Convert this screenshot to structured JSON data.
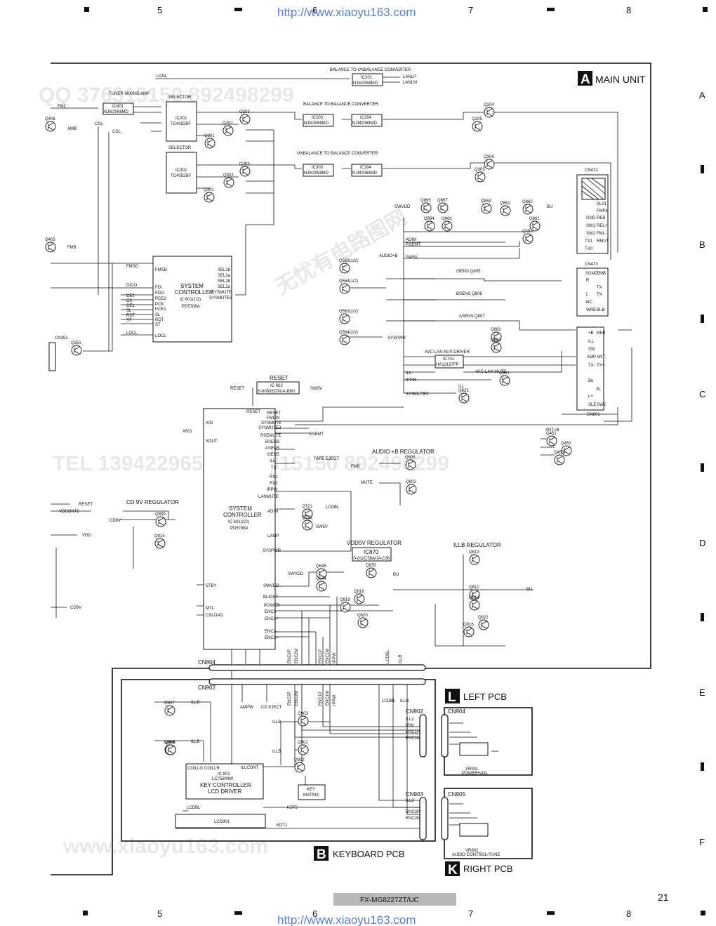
{
  "header": {
    "url": "http://www.xiaoyu163.com",
    "columns": [
      "5",
      "6",
      "7",
      "8"
    ],
    "rows": [
      "A",
      "B",
      "C",
      "D",
      "E",
      "F"
    ]
  },
  "footer": {
    "model": "FX-MG8227ZT/UC",
    "page_number": "21"
  },
  "units": {
    "main": {
      "letter": "A",
      "title": "MAIN UNIT"
    },
    "keyboard": {
      "letter": "B",
      "title": "KEYBOARD PCB"
    },
    "left": {
      "letter": "L",
      "title": "LEFT PCB"
    },
    "right": {
      "letter": "K",
      "title": "RIGHT PCB"
    }
  },
  "blocks": {
    "tuner": {
      "caption": "TUNER MIXING AMP",
      "name": "IC401",
      "part": "NJM2068MD"
    },
    "selector1": {
      "caption": "SELECTOR",
      "name": "IC202",
      "part": "TC4052BF"
    },
    "selector2": {
      "caption": "SELECTOR",
      "name": "IC302",
      "part": "TC4052BF"
    },
    "bal1": {
      "caption": "BALANCE TO UNBALANCE CONVERTER",
      "name": "IC201",
      "part": "NJM2068MD"
    },
    "bal2": {
      "caption": "BALANCE TO BALANCE CONVERTER",
      "ic203": "IC203",
      "ic204": "IC204",
      "part": "NJM2068MD"
    },
    "bal3": {
      "caption": "UNBALANCE TO BALANCE CONVERTER",
      "ic303": "IC303",
      "ic304": "IC304",
      "part": "NJM2068MD"
    },
    "sysctl1": {
      "l1": "SYSTEM",
      "l2": "CONTROLLER",
      "l3": "IC 601(1/2)",
      "l4": "PD5788A"
    },
    "sysctl2": {
      "l1": "SYSTEM",
      "l2": "CONTROLLER",
      "l3": "IC 601(2/2)",
      "l4": "PD5788A"
    },
    "reset": {
      "caption": "RESET",
      "name": "IC 602",
      "part": "S-80835CNUA-B8U"
    },
    "avclan": {
      "caption": "AVC-LAN BUS DRIVER",
      "name": "IC701",
      "part": "HA12187FP"
    },
    "vdd5v": {
      "caption": "VDD5V REGULATOR",
      "name": "IC870",
      "part": "S-812C56AUA-C3K"
    },
    "keyctl": {
      "name": "IC 901",
      "part": "LC75804W",
      "l1": "KEY CONTROLLER",
      "l2": "LCD DRIVER"
    },
    "keymatrix": {
      "l1": "KEY",
      "l2": "MATRIX"
    },
    "lcd": {
      "name": "LCD901"
    }
  },
  "regulators": {
    "audio": "AUDIO +B REGULATOR",
    "cd9v": "CD 9V REGULATOR",
    "illb": "ILLB REGULATOR",
    "antb": "ANT+B",
    "avc_mute": "AVC-LAN MUTE"
  },
  "connectors": {
    "cn472": "CN472",
    "cn473": "CN473",
    "cn801": "CN801",
    "cn351": "CN351",
    "cn804": "CN804",
    "cn902": "CN902",
    "cn903": "CN903",
    "cn904": "CN904",
    "cn905": "CN905"
  },
  "signals": {
    "ic601a_left": [
      "FMSD",
      "DIDO",
      "CE2",
      "CK",
      "CE1",
      "SL",
      "RDT",
      "ST",
      "LOCL"
    ],
    "ic601a_pins": [
      "FMSD",
      "FDI",
      "FDO",
      "PCE2",
      "PCK",
      "PCE1",
      "SL",
      "RDT",
      "ST",
      "LOCL"
    ],
    "ic601a_right": [
      "SEL1b",
      "SEL1a",
      "SEL2b",
      "SEL2a",
      "SYSMUTE",
      "SYSMUTE2"
    ],
    "ic601b_right": [
      "RESET",
      "FMPW",
      "SYSMUTE",
      "SYSMUTE2",
      "RSEMUTE",
      "BSENS",
      "ASENS",
      "ISENS",
      "ILL",
      "TX",
      "RX1",
      "RX2",
      "IPPW",
      "LANMUTE"
    ],
    "ic601b_lower": [
      "ADIM",
      "LAMP",
      "SYSPWR",
      "SWVDD",
      "BLIGHT",
      "POWER",
      "ENC1-",
      "ENC1+",
      "ENC2-",
      "ENC2+"
    ],
    "ic601b_left": [
      "XIN",
      "XOUT",
      "STBY",
      "MTL",
      "CSLOAD"
    ],
    "sense_q": [
      "ISENS Q805",
      "BSENS Q806",
      "ASENS Q807"
    ],
    "cn472_pins": [
      "SL01",
      "FMPk",
      "GND",
      "REB",
      "SW1",
      "REL+",
      "SW2",
      "FML-",
      "TX1",
      "RMUT",
      "TX0"
    ],
    "cn473_pins": [
      "SGND",
      "EMB",
      "R",
      "TX",
      "L",
      "TX",
      "NC",
      "WRE",
      "BI-B"
    ],
    "cn801_pins": [
      "+B",
      "REB",
      "ILL",
      "SW",
      "AMP",
      "ANT",
      "TX-",
      "TX+",
      "Bu",
      "B-",
      "L+",
      "SLE",
      "SW2"
    ],
    "keyboard_pins": [
      "ILL1",
      "IPW",
      "ENC1P",
      "ENC1M"
    ],
    "cn903_pins": [
      "ILL2",
      "ENC2P",
      "ENC2M"
    ],
    "bus_labels": [
      "ENC2P",
      "ENC2M",
      "ENC1P",
      "ENC1M",
      "IPPW",
      "LCDBL",
      "ILLB"
    ],
    "keyctl_pins": [
      "COILLG",
      "COILLR",
      "ILLCONT",
      "KST2",
      "KDT1"
    ],
    "misc": [
      "LANL",
      "LANLP",
      "LANLM",
      "FML",
      "CSL",
      "CDL",
      "AMB",
      "FMB",
      "AUDIO+B",
      "SWVDD",
      "BU",
      "VDD",
      "CD9V",
      "VDCONT2",
      "ILLB",
      "LCDBL",
      "SW5V",
      "ADIM",
      "RSEMT",
      "SYSMUTE2",
      "ILL",
      "ILL-",
      "IPPW",
      "MUTE",
      "SYSPWR",
      "AMPW",
      "CD EJECT",
      "TAPE EJECT",
      "X601",
      "RESET"
    ],
    "vr": {
      "vr901": "VR901",
      "vr901_fn": "POWER•VOL",
      "vr902": "VR902",
      "vr902_fn": "AUDIO CONTROL•TUNE"
    }
  },
  "transistors": [
    "Q406",
    "Q405",
    "Q203",
    "Q202",
    "Q201",
    "Q303",
    "Q302",
    "Q301",
    "Q204",
    "Q205",
    "Q304",
    "Q305",
    "Q865",
    "Q867",
    "Q863",
    "Q862",
    "Q860",
    "Q864",
    "Q866",
    "Q861",
    "Q497",
    "Q563(1/2)",
    "Q564(1/2)",
    "Q563(2/2)",
    "Q564(2/2)",
    "Q882",
    "Q884",
    "Q801",
    "Q825",
    "Q451",
    "Q452",
    "Q453",
    "Q808",
    "Q802",
    "Q721",
    "Q722",
    "Q809",
    "Q815",
    "Q870",
    "Q645",
    "Q644",
    "Q818",
    "Q819",
    "Q820",
    "Q813",
    "Q812",
    "Q814",
    "Q822",
    "Q816",
    "Q351",
    "Q907",
    "Q908",
    "Q905",
    "Q906",
    "Q903",
    "Q901",
    "Q902"
  ],
  "watermarks": {
    "qq": "QQ 376315150  892498299",
    "tel": "TEL 13942296513  376315150  892498299",
    "site": "www.xiaoyu163.com",
    "cn": "无忧有电路图网"
  }
}
